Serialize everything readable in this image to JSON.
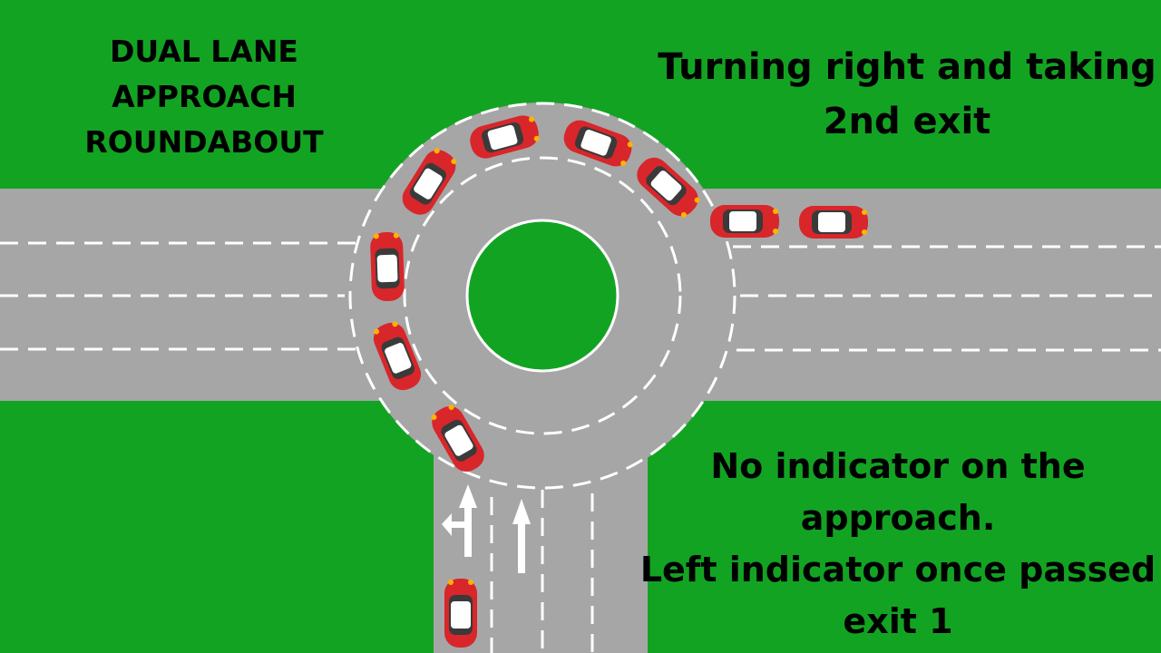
{
  "title": {
    "lines": [
      "DUAL LANE",
      "APPROACH",
      "ROUNDABOUT"
    ]
  },
  "heading": {
    "lines": [
      "Turning right and taking",
      "2nd exit"
    ]
  },
  "note": {
    "lines": [
      "No indicator on the",
      "approach.",
      "Left indicator once passed",
      "exit 1"
    ]
  },
  "colors": {
    "grass": "#13a323",
    "road": "#a6a6a6",
    "lane_marking": "#ffffff",
    "car_body": "#d8262b",
    "car_window": "#3a3a3a",
    "indicator": "#ffb300"
  },
  "icons": {
    "lane_arrow_left_straight": "left-and-straight-arrow-icon",
    "lane_arrow_straight": "straight-arrow-icon",
    "car": "car-icon"
  }
}
